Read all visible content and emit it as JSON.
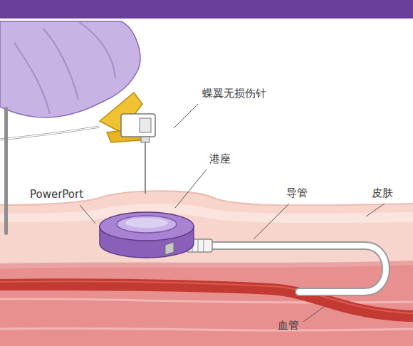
{
  "diagram": {
    "labels": [
      "蝶翼无损伤针",
      "港座",
      "PowerPort",
      "导管",
      "皮肤",
      "血管"
    ]
  }
}
